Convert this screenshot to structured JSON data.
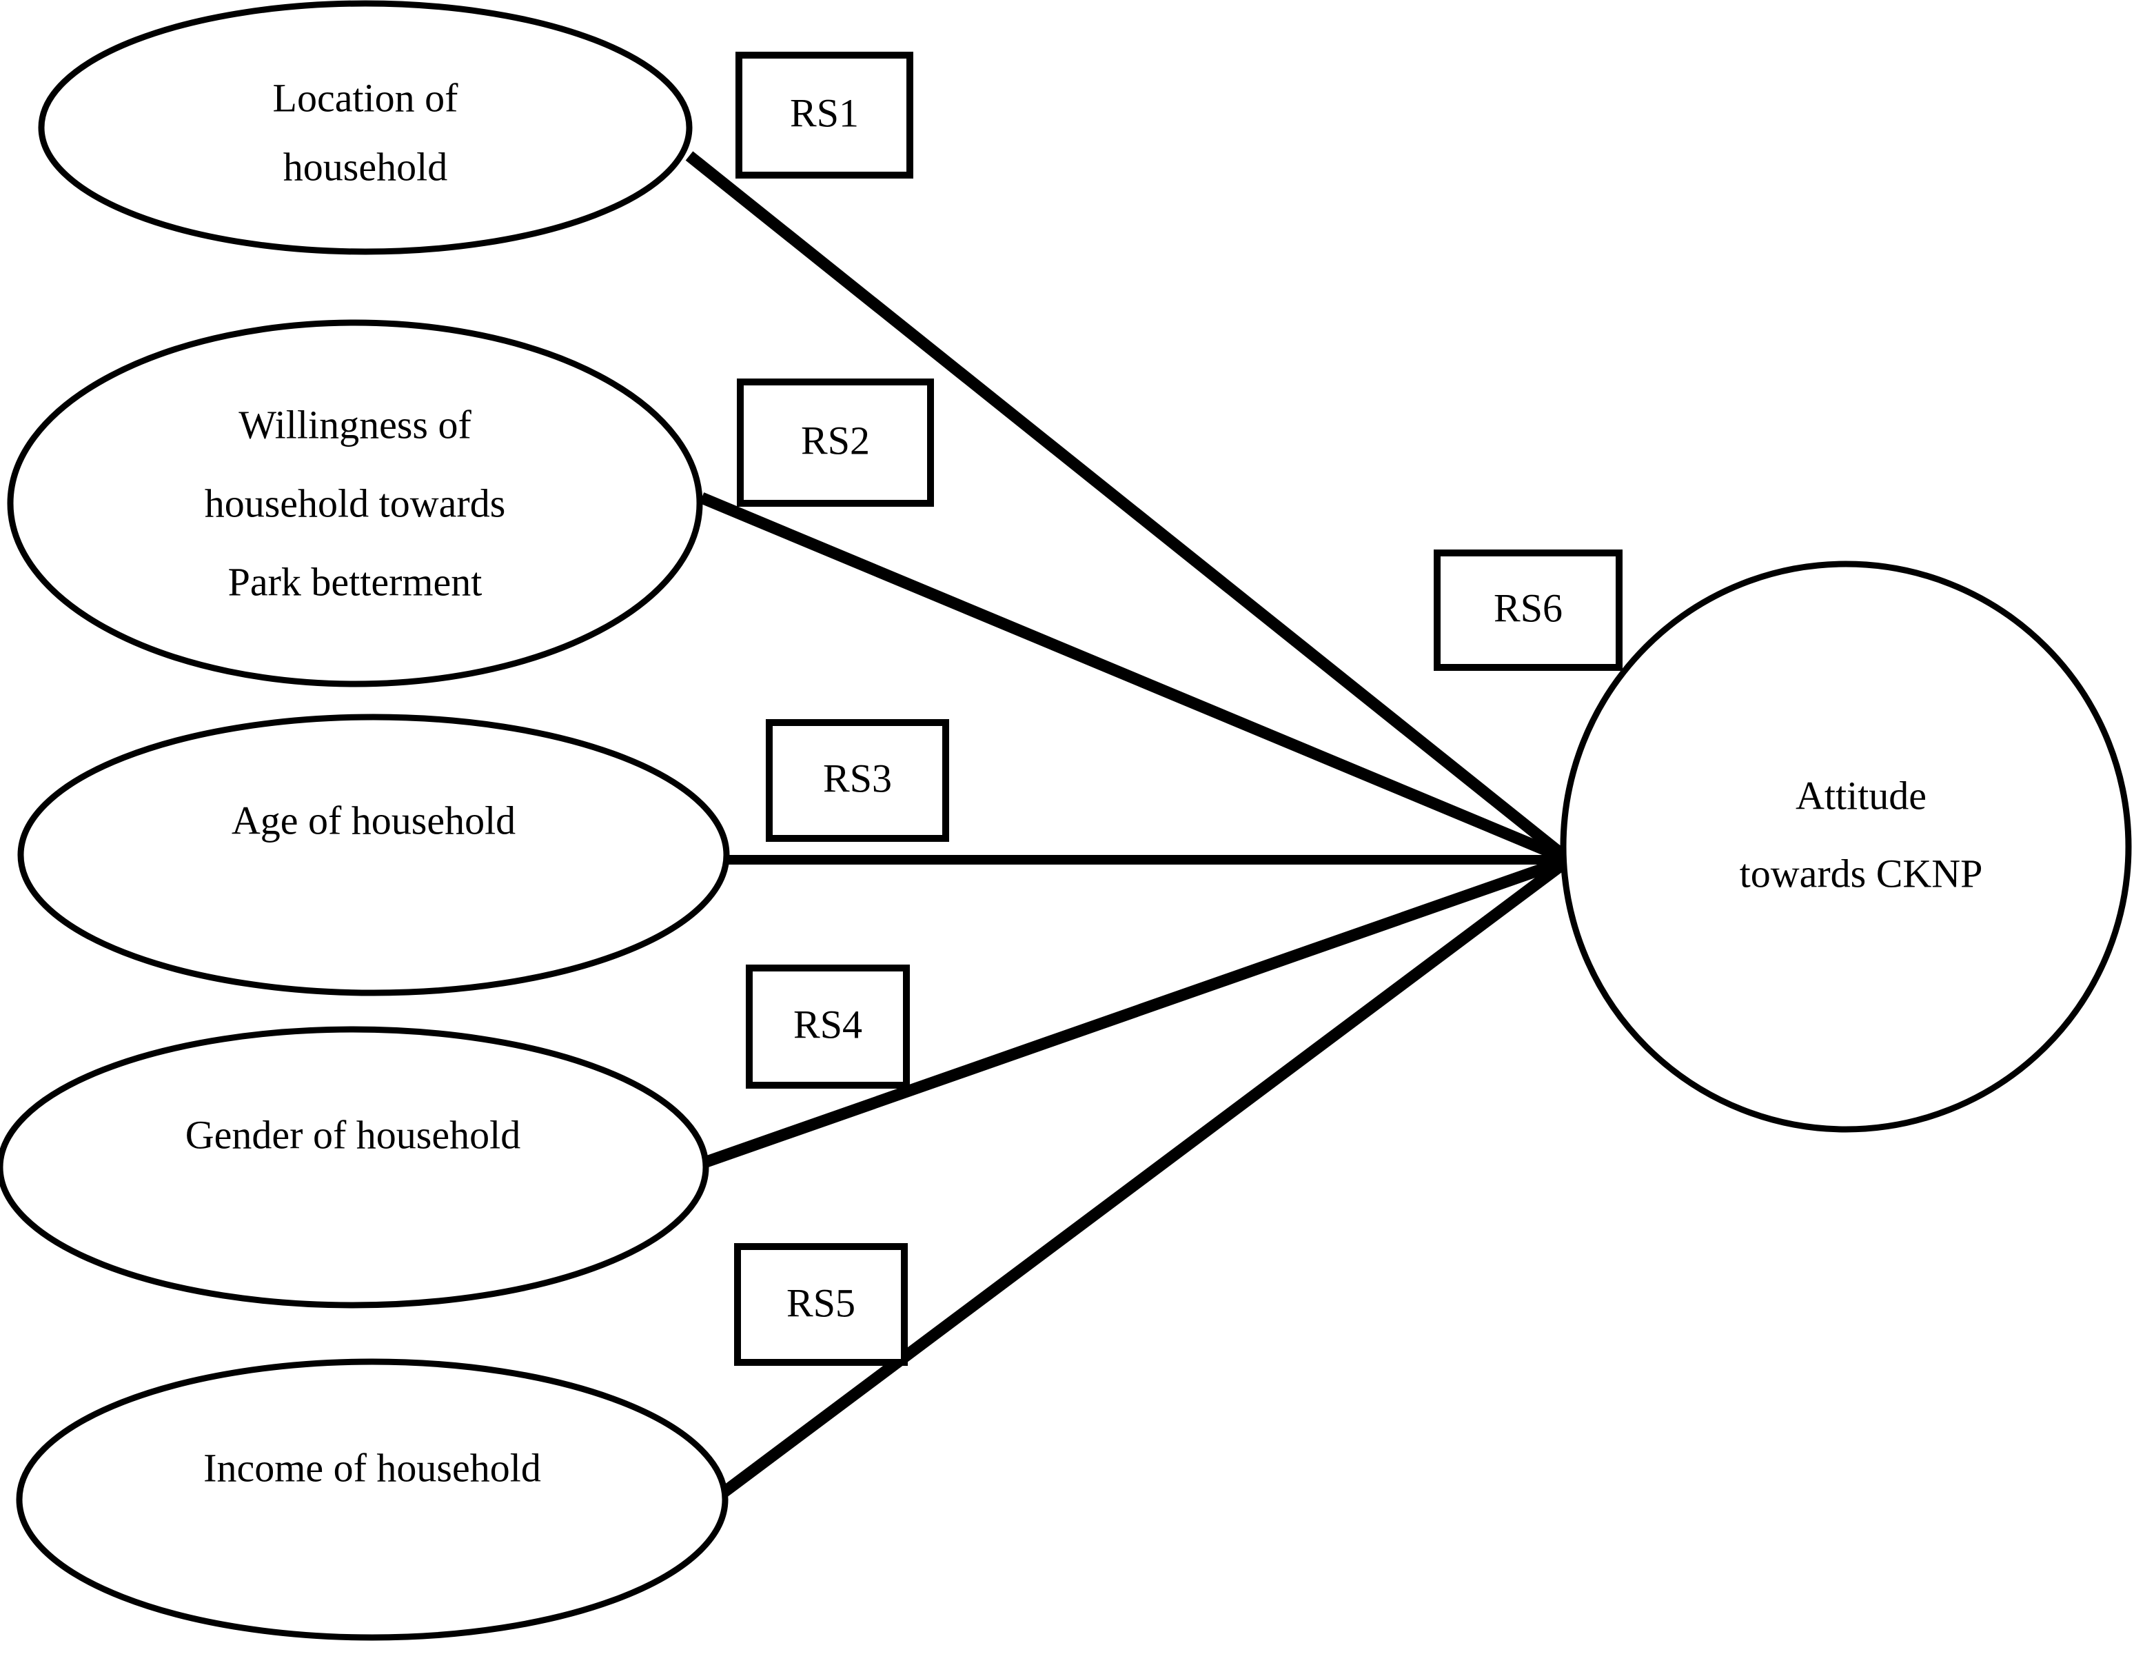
{
  "diagram": {
    "type": "path-model",
    "background_color": "#ffffff",
    "stroke_color": "#000000",
    "predictor_nodes": [
      {
        "id": "location",
        "label_lines": [
          "Location of",
          "household"
        ]
      },
      {
        "id": "willingness",
        "label_lines": [
          "Willingness of",
          "household towards",
          "Park betterment"
        ]
      },
      {
        "id": "age",
        "label_lines": [
          "Age of household"
        ]
      },
      {
        "id": "gender",
        "label_lines": [
          "Gender of household"
        ]
      },
      {
        "id": "income",
        "label_lines": [
          "Income of household"
        ]
      }
    ],
    "outcome_node": {
      "id": "attitude",
      "label_lines": [
        "Attitude",
        "towards CKNP"
      ]
    },
    "path_labels": [
      {
        "id": "rs1",
        "text": "RS1"
      },
      {
        "id": "rs2",
        "text": "RS2"
      },
      {
        "id": "rs3",
        "text": "RS3"
      },
      {
        "id": "rs4",
        "text": "RS4"
      },
      {
        "id": "rs5",
        "text": "RS5"
      },
      {
        "id": "rs6",
        "text": "RS6"
      }
    ],
    "edges": [
      {
        "id": "edge-location-attitude",
        "from": "location",
        "to": "attitude",
        "label": "RS1"
      },
      {
        "id": "edge-willingness-attitude",
        "from": "willingness",
        "to": "attitude",
        "label": "RS2"
      },
      {
        "id": "edge-age-attitude",
        "from": "age",
        "to": "attitude",
        "label": "RS3"
      },
      {
        "id": "edge-gender-attitude",
        "from": "gender",
        "to": "attitude",
        "label": "RS4"
      },
      {
        "id": "edge-income-attitude",
        "from": "income",
        "to": "attitude",
        "label": "RS5"
      }
    ]
  }
}
